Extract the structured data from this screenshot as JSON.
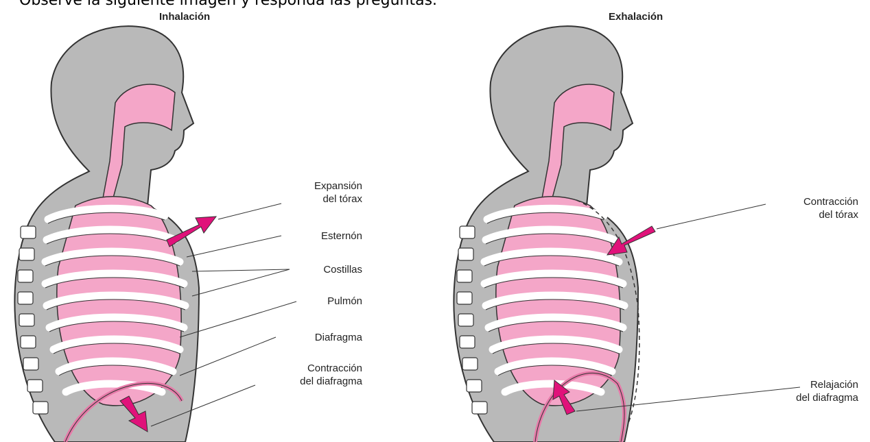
{
  "instruction": "Observe la siguiente imagen y responda las preguntas.",
  "inhalation": {
    "title": "Inhalación",
    "labels": {
      "expansion_line1": "Expansión",
      "expansion_line2": "del tórax",
      "sternum": "Esternón",
      "ribs": "Costillas",
      "lung": "Pulmón",
      "diaphragm": "Diafragma",
      "contraction_line1": "Contracción",
      "contraction_line2": "del diafragma"
    }
  },
  "exhalation": {
    "title": "Exhalación",
    "labels": {
      "contraction_line1": "Contracción",
      "contraction_line2": "del tórax",
      "relaxation_line1": "Relajación",
      "relaxation_line2": "del diafragma"
    }
  },
  "colors": {
    "body": "#b9b9b9",
    "lung": "#f4a6c8",
    "arrow": "#e0127a",
    "rib": "#ffffff",
    "outline": "#222222"
  }
}
